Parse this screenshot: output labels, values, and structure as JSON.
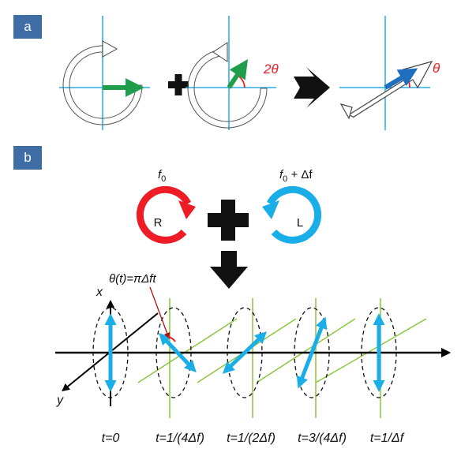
{
  "panels": {
    "a": "a",
    "b": "b"
  },
  "panel_a": {
    "angle_double": "2θ",
    "angle_single": "θ"
  },
  "panel_b": {
    "freq_left_symbol": "f",
    "freq_left_sub": "0",
    "freq_right_symbol": "f",
    "freq_right_sub": "0",
    "freq_right_suffix": " + Δf",
    "circle_r": "R",
    "circle_l": "L",
    "theta_formula": "θ(t)=πΔft",
    "axis_x": "x",
    "axis_y": "y",
    "times": [
      "t=0",
      "t=1/(4Δf)",
      "t=1/(2Δf)",
      "t=3/(4Δf)",
      "t=1/Δf"
    ]
  },
  "colors": {
    "panel_label_bg": "#3f6ea7",
    "axis_blue": "#29aae1",
    "green_arrow": "#1e9e4a",
    "blue_arrow": "#1f6fbf",
    "red_circle": "#ee1c25",
    "cyan_circle": "#1aaee8",
    "green_line": "#8cc63f",
    "pol_arrow": "#1aaee8"
  }
}
